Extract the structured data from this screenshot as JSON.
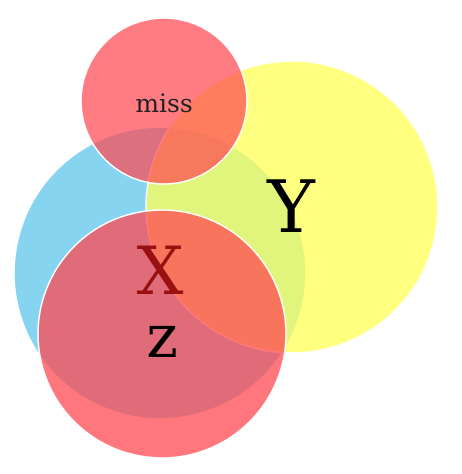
{
  "labels": {
    "miss": "miss",
    "y": "Y",
    "x": "X",
    "z": "z"
  },
  "colors": {
    "blue": "#5ec6eb",
    "yellow": "#ffff55",
    "red": "#ff4a52",
    "miss_label": "#222222",
    "y_label": "#000000",
    "x_label": "#8b0000",
    "z_label": "#000000"
  }
}
